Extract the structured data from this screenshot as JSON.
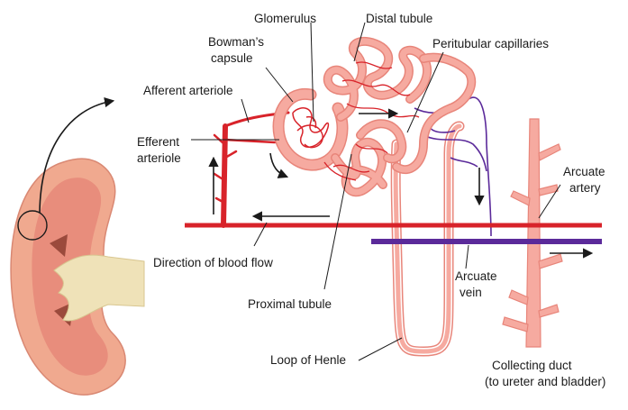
{
  "labels": {
    "glomerulus": "Glomerulus",
    "distal_tubule": "Distal tubule",
    "bowmans_capsule_line1": "Bowman’s",
    "bowmans_capsule_line2": "capsule",
    "peritubular_capillaries": "Peritubular capillaries",
    "afferent_arteriole": "Afferent arteriole",
    "efferent_arteriole_line1": "Efferent",
    "efferent_arteriole_line2": "arteriole",
    "arcuate_artery_line1": "Arcuate",
    "arcuate_artery_line2": "artery",
    "direction_of_blood_flow": "Direction of blood flow",
    "arcuate_vein_line1": "Arcuate",
    "arcuate_vein_line2": "vein",
    "proximal_tubule": "Proximal tubule",
    "loop_of_henle": "Loop of Henle",
    "collecting_duct_line1": "Collecting duct",
    "collecting_duct_line2": "(to ureter and bladder)"
  },
  "colors": {
    "artery_red": "#d8232a",
    "vein_purple": "#5b2a9a",
    "tubule_pink": "#f6aaa0",
    "tubule_outline": "#e8857a",
    "kidney_outer": "#f0a98f",
    "kidney_inner": "#e88d7c",
    "kidney_medulla": "#9b4a3c",
    "kidney_pelvis": "#efe2b8"
  }
}
